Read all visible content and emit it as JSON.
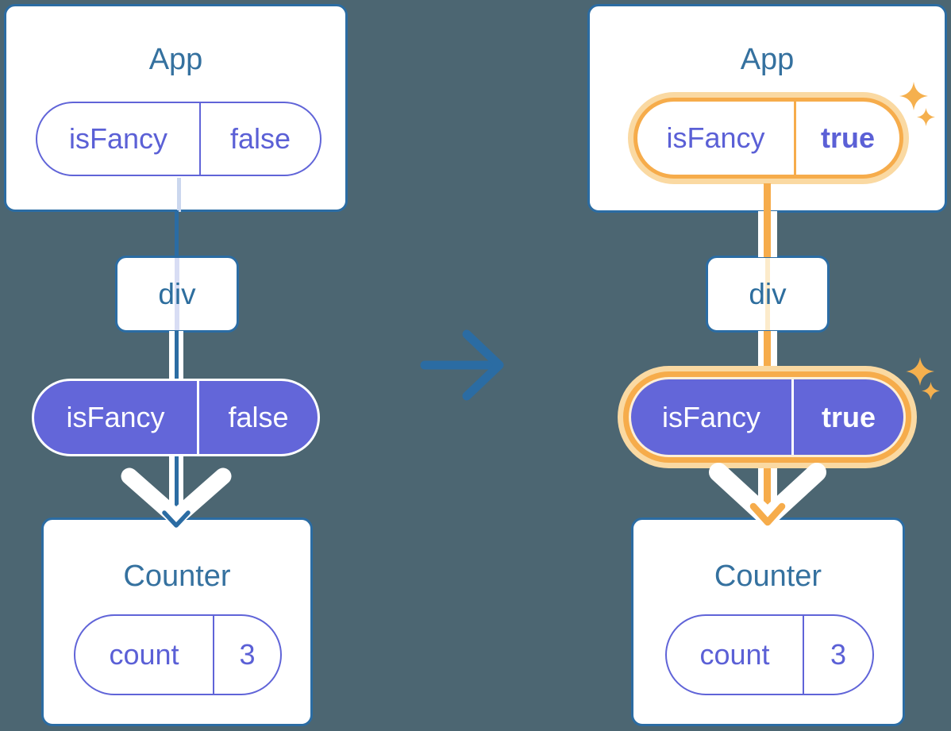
{
  "colors": {
    "background": "#4C6672",
    "card_fill": "#FFFFFF",
    "card_border_blue": "#2B6CA3",
    "title_text_blue": "#35719F",
    "purple_fill": "#6366D9",
    "purple_text": "#5B60D6",
    "purple_border": "#6064D8",
    "connector_blue": "#2B6CA3",
    "highlight_orange": "#F6AC4B",
    "highlight_halo": "#FAD9A2",
    "through_lavender": "#D8DDF4",
    "through_peach": "#FCEBCB"
  },
  "before": {
    "app": {
      "title": "App",
      "state_name": "isFancy",
      "state_value": "false"
    },
    "div_label": "div",
    "prop_name": "isFancy",
    "prop_value": "false",
    "counter": {
      "title": "Counter",
      "state_name": "count",
      "state_value": "3"
    }
  },
  "after": {
    "app": {
      "title": "App",
      "state_name": "isFancy",
      "state_value": "true"
    },
    "div_label": "div",
    "prop_name": "isFancy",
    "prop_value": "true",
    "counter": {
      "title": "Counter",
      "state_name": "count",
      "state_value": "3"
    }
  },
  "icons": {
    "transition": "right-arrow",
    "highlight_top": "sparkles",
    "highlight_bottom": "sparkles"
  }
}
